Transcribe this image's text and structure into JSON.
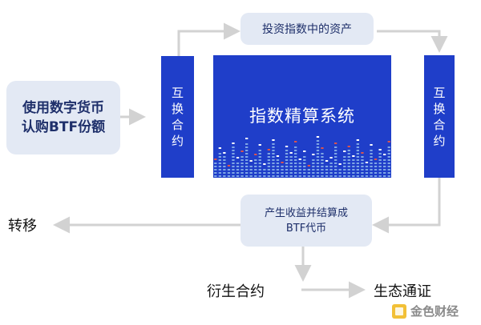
{
  "nodes": {
    "purchase": {
      "line1": "使用数字货币",
      "line2": "认购BTF份额"
    },
    "swap_left": "互换合约",
    "assets": "投资指数中的资产",
    "index_system": "指数精算系统",
    "swap_right": "互换合约",
    "yield": {
      "line1": "产生收益并结算成",
      "line2": "BTF代币"
    },
    "transfer": "转移",
    "derivative": "衍生合约",
    "ecosystem": "生态通证"
  },
  "watermark": "金色财经",
  "colors": {
    "accent_blue": "#1f3ec9",
    "box_light": "#e3e9f4",
    "arrow_gray": "#d2d2d2",
    "equalizer_light": "#8fb8ea",
    "equalizer_red": "#d9534f"
  }
}
